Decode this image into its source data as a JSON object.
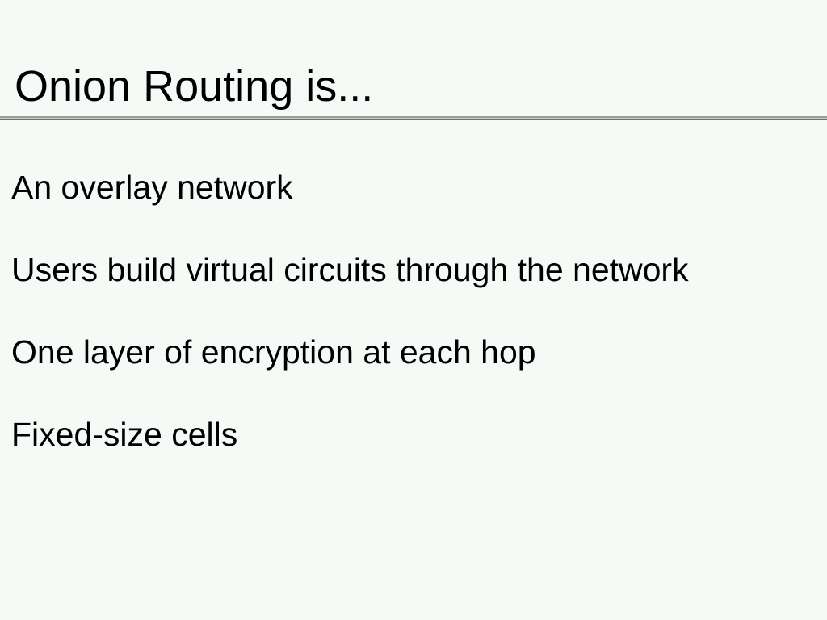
{
  "slide": {
    "title": "Onion Routing is...",
    "bullets": [
      "An overlay network",
      "Users build virtual circuits through the network",
      "One layer of encryption at each hop",
      "Fixed-size cells"
    ]
  },
  "colors": {
    "background": "#f6faf7",
    "text": "#000000",
    "rule": "#8a8e8b"
  }
}
